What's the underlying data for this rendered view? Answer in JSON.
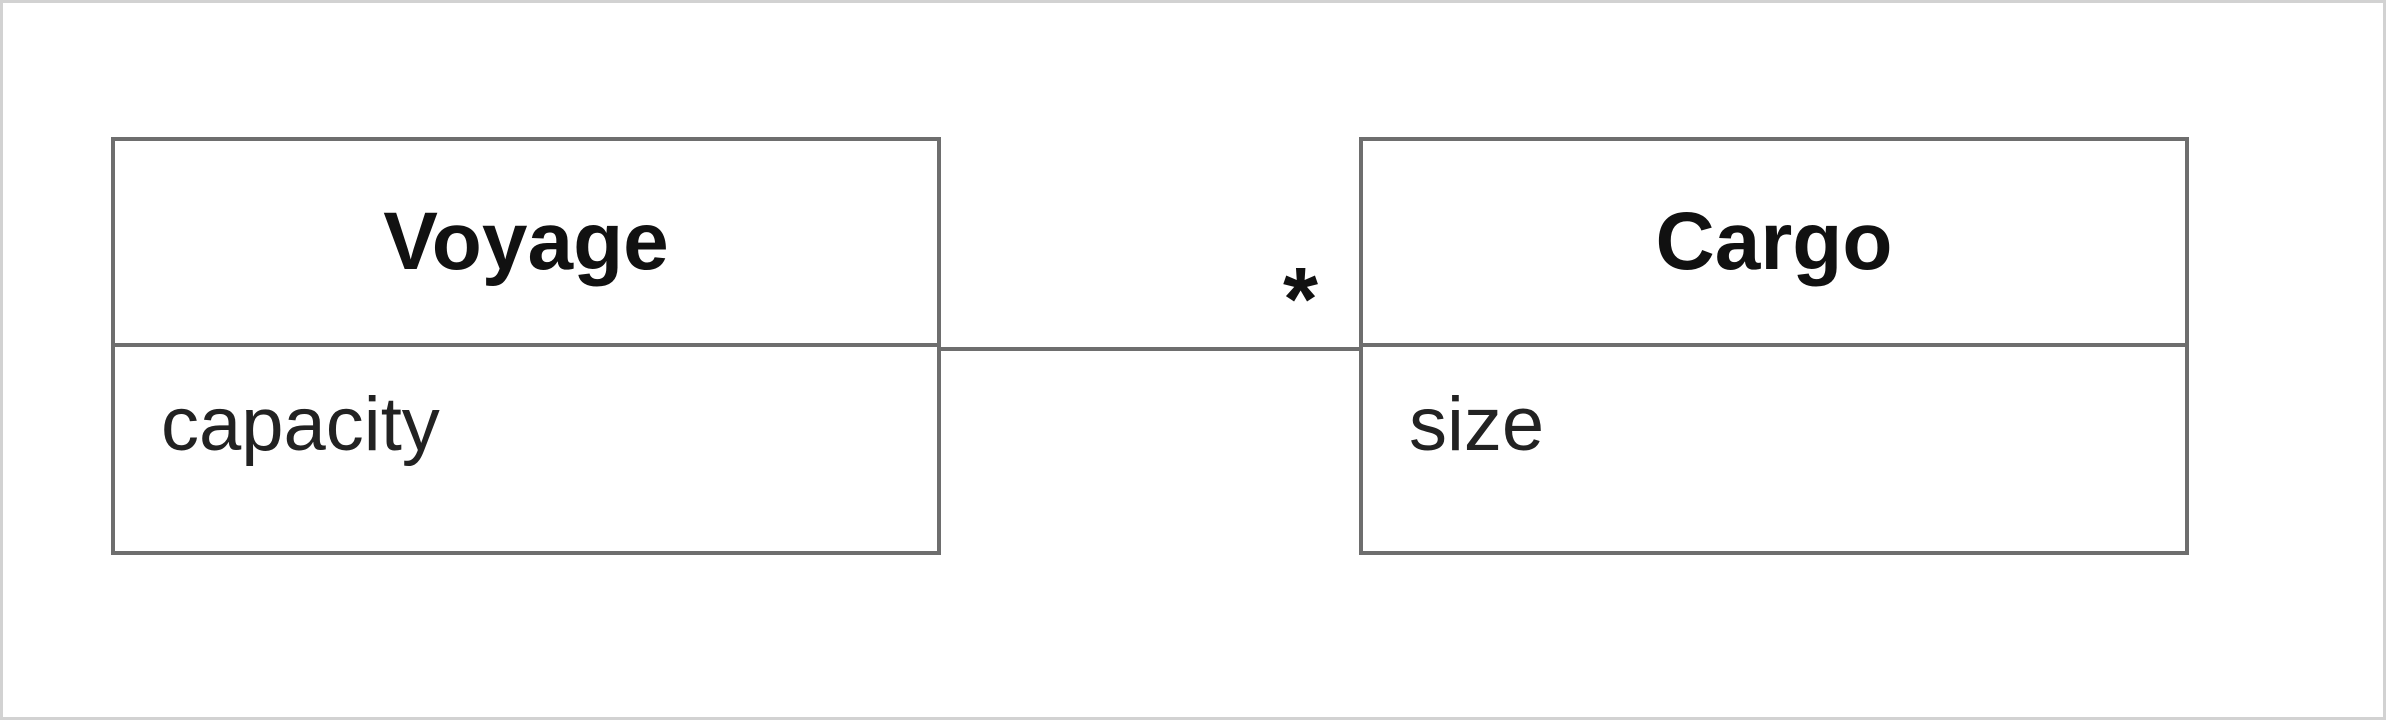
{
  "diagram": {
    "classes": [
      {
        "name": "Voyage",
        "attributes": [
          "capacity"
        ]
      },
      {
        "name": "Cargo",
        "attributes": [
          "size"
        ]
      }
    ],
    "association": {
      "from": "Voyage",
      "to": "Cargo",
      "target_multiplicity": "*"
    }
  }
}
